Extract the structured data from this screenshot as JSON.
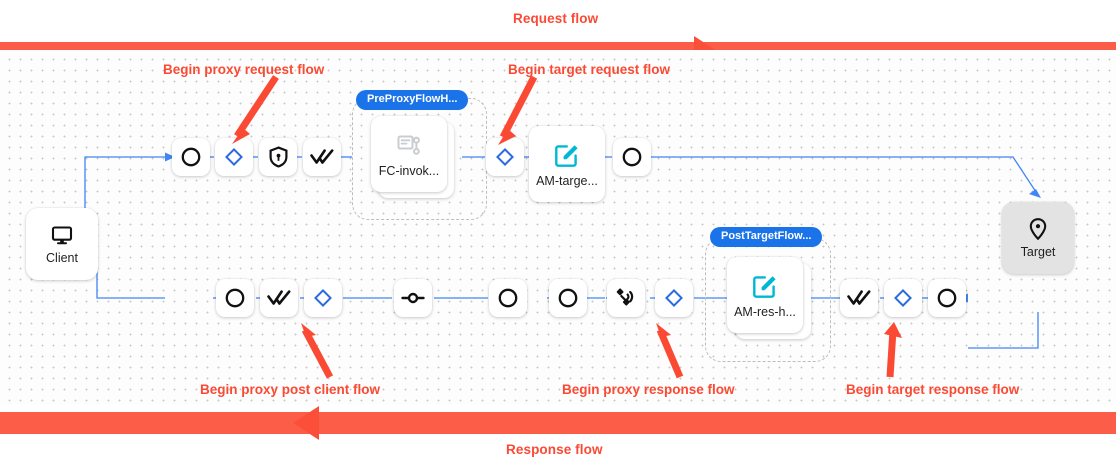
{
  "flows": {
    "request": {
      "label": "Request flow",
      "color": "#fc4f3a",
      "direction": "right"
    },
    "response": {
      "label": "Response flow",
      "color": "#fc4f3a",
      "direction": "left"
    }
  },
  "endpoints": {
    "client": {
      "label": "Client",
      "icon": "monitor-icon"
    },
    "target": {
      "label": "Target",
      "icon": "location-pin-icon"
    }
  },
  "groups": [
    {
      "id": "pre-proxy-flow-hook",
      "pill": "PreProxyFlowH...",
      "color": "#1a73e8"
    },
    {
      "id": "post-target-flow-hook",
      "pill": "PostTargetFlow...",
      "color": "#1a73e8"
    }
  ],
  "policies": [
    {
      "id": "fc-invoke",
      "label": "FC-invok...",
      "icon": "flow-callout-icon",
      "icon_color": "#c9ccd1",
      "stacked": true
    },
    {
      "id": "am-target",
      "label": "AM-targe...",
      "icon": "assign-message-icon",
      "icon_color": "#00b8d4",
      "stacked": false
    },
    {
      "id": "am-res-h",
      "label": "AM-res-h...",
      "icon": "assign-message-icon",
      "icon_color": "#00b8d4",
      "stacked": true
    }
  ],
  "request_row": [
    {
      "id": "req-start",
      "icon": "circle-icon"
    },
    {
      "id": "req-proxy-begin",
      "icon": "diamond-icon"
    },
    {
      "id": "req-security",
      "icon": "shield-lock-icon"
    },
    {
      "id": "req-checks",
      "icon": "double-check-icon"
    },
    {
      "id": "req-target-begin",
      "icon": "diamond-icon"
    },
    {
      "id": "req-target-end",
      "icon": "circle-icon"
    }
  ],
  "response_row": [
    {
      "id": "res-client-end",
      "icon": "circle-icon"
    },
    {
      "id": "res-checks",
      "icon": "double-check-icon"
    },
    {
      "id": "res-post-client-begin",
      "icon": "diamond-icon"
    },
    {
      "id": "res-node",
      "icon": "node-connector-icon"
    },
    {
      "id": "res-mid-1",
      "icon": "circle-icon"
    },
    {
      "id": "res-mid-2",
      "icon": "circle-icon"
    },
    {
      "id": "res-broadcast",
      "icon": "satellite-icon"
    },
    {
      "id": "res-proxy-begin",
      "icon": "diamond-icon"
    },
    {
      "id": "res-target-checks",
      "icon": "double-check-icon"
    },
    {
      "id": "res-target-begin",
      "icon": "diamond-icon"
    },
    {
      "id": "res-target-start",
      "icon": "circle-icon"
    }
  ],
  "annotations": [
    {
      "id": "begin-proxy-request-flow",
      "text": "Begin proxy request flow"
    },
    {
      "id": "begin-target-request-flow",
      "text": "Begin target request flow"
    },
    {
      "id": "begin-proxy-post-client-flow",
      "text": "Begin proxy post client flow"
    },
    {
      "id": "begin-proxy-response-flow",
      "text": "Begin proxy response flow"
    },
    {
      "id": "begin-target-response-flow",
      "text": "Begin target response flow"
    }
  ],
  "colors": {
    "accent_red": "#fb4a34",
    "accent_blue": "#1a73e8",
    "wire_blue": "#4285f4",
    "teal": "#00b8d4",
    "target_bg": "#e3e3e3"
  }
}
